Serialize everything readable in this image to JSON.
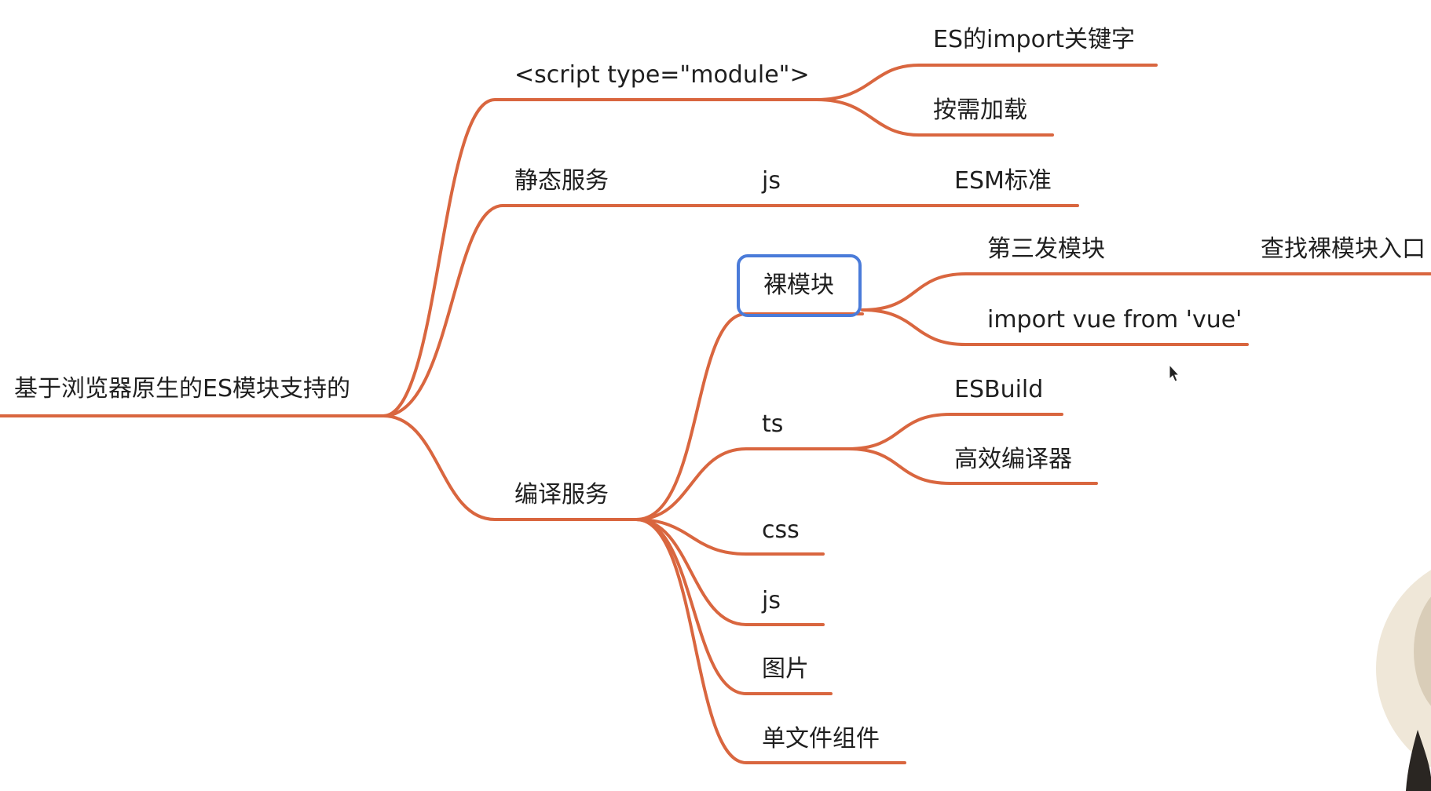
{
  "mindmap": {
    "root": {
      "label": "基于浏览器原生的ES模块支持的"
    },
    "branches": [
      {
        "label": "<script type=\"module\">",
        "children": [
          {
            "label": "ES的import关键字"
          },
          {
            "label": "按需加载"
          }
        ]
      },
      {
        "label": "静态服务",
        "children": [
          {
            "label": "js",
            "children": [
              {
                "label": "ESM标准"
              }
            ]
          }
        ]
      },
      {
        "label": "编译服务",
        "children": [
          {
            "label": "裸模块",
            "highlighted": true,
            "children": [
              {
                "label": "第三发模块",
                "children": [
                  {
                    "label": "查找裸模块入口"
                  }
                ]
              },
              {
                "label": "import vue from 'vue'"
              }
            ]
          },
          {
            "label": "ts",
            "children": [
              {
                "label": "ESBuild"
              },
              {
                "label": "高效编译器"
              }
            ]
          },
          {
            "label": "css"
          },
          {
            "label": "js"
          },
          {
            "label": "图片"
          },
          {
            "label": "单文件组件"
          }
        ]
      }
    ]
  },
  "colors": {
    "branch": "#d9663f",
    "highlight": "#4a7bd9",
    "text": "#1f1f1f",
    "background": "#ffffff"
  }
}
